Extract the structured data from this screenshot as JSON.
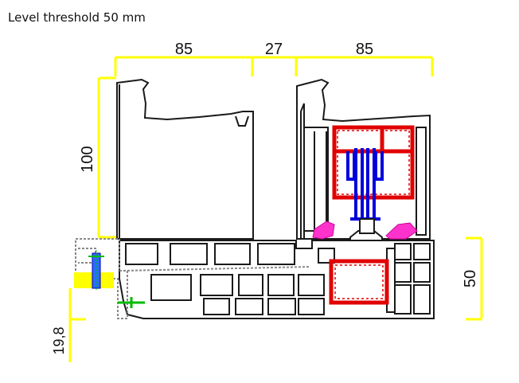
{
  "caption": "Level threshold 50 mm",
  "dimensions": {
    "top_left_width": "85",
    "top_mid_width": "27",
    "top_right_width": "85",
    "left_height": "100",
    "right_height": "50",
    "bottom_left_height": "19,8"
  },
  "colors": {
    "dimension_lines": "#ffff00",
    "profile_outline": "#1a1a1a",
    "reinforcement": "#e00000",
    "gasket": "#ff33cc",
    "glazing_bead": "#0000dd",
    "screw": "#00bb00"
  }
}
